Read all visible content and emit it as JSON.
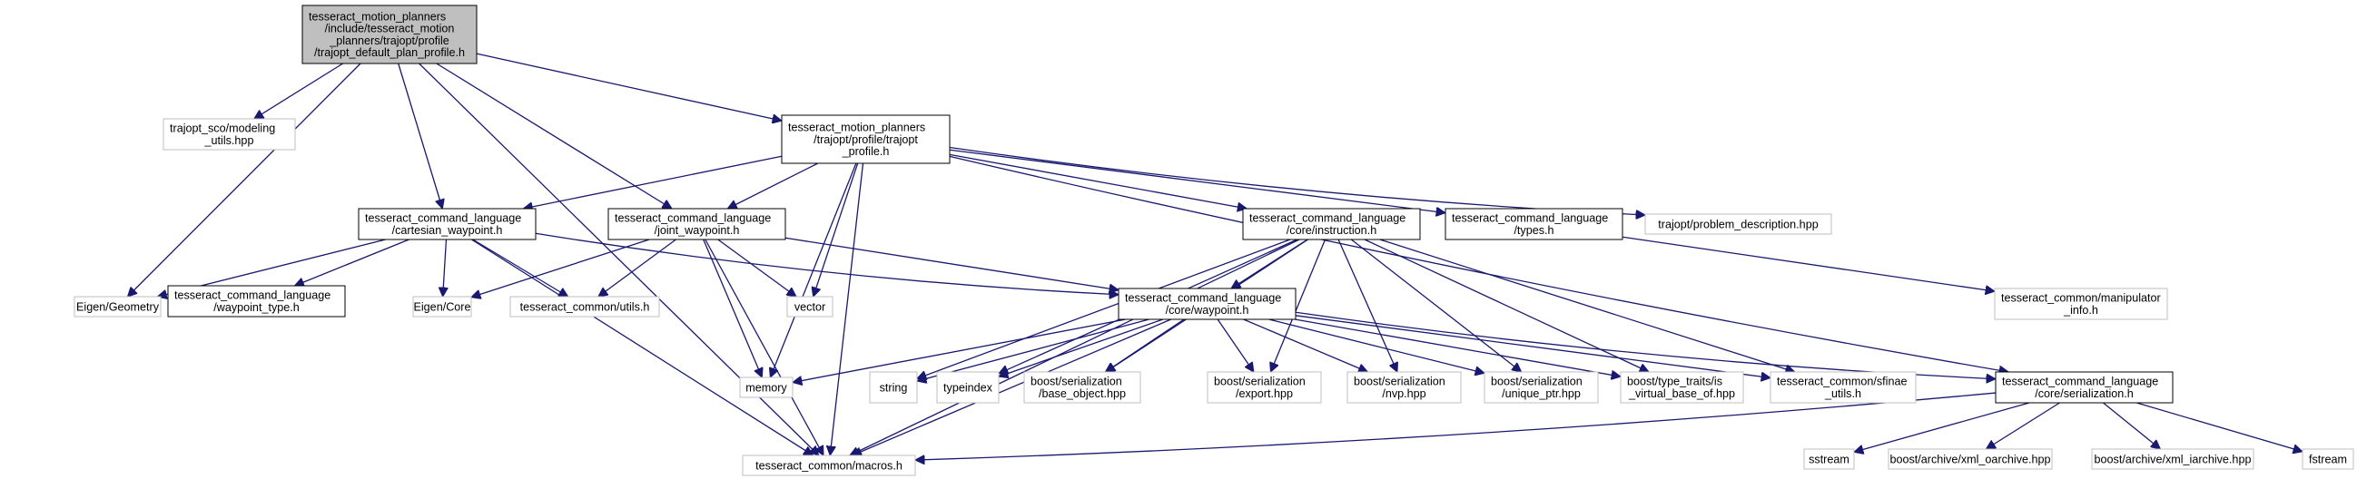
{
  "diagram": {
    "type": "include-dependency-graph",
    "colors": {
      "edge": "#191970",
      "root_fill": "#bfbfbf",
      "documented_border": "#000000",
      "external_border": "#bfbfbf"
    },
    "nodes": [
      {
        "id": "root",
        "lines": [
          "tesseract_motion_planners",
          "/include/tesseract_motion",
          "_planners/trajopt/profile",
          "/trajopt_default_plan_profile.h"
        ],
        "kind": "root"
      },
      {
        "id": "sco_modeling",
        "lines": [
          "trajopt_sco/modeling",
          "_utils.hpp"
        ],
        "kind": "ext"
      },
      {
        "id": "trajopt_profile",
        "lines": [
          "tesseract_motion_planners",
          "/trajopt/profile/trajopt",
          "_profile.h"
        ],
        "kind": "doc"
      },
      {
        "id": "cartesian_waypoint",
        "lines": [
          "tesseract_command_language",
          "/cartesian_waypoint.h"
        ],
        "kind": "doc"
      },
      {
        "id": "joint_waypoint",
        "lines": [
          "tesseract_command_language",
          "/joint_waypoint.h"
        ],
        "kind": "doc"
      },
      {
        "id": "instruction",
        "lines": [
          "tesseract_command_language",
          "/core/instruction.h"
        ],
        "kind": "doc"
      },
      {
        "id": "types",
        "lines": [
          "tesseract_command_language",
          "/types.h"
        ],
        "kind": "doc"
      },
      {
        "id": "problem_description",
        "lines": [
          "trajopt/problem_description.hpp"
        ],
        "kind": "ext"
      },
      {
        "id": "eigen_geometry",
        "lines": [
          "Eigen/Geometry"
        ],
        "kind": "ext"
      },
      {
        "id": "waypoint_type",
        "lines": [
          "tesseract_command_language",
          "/waypoint_type.h"
        ],
        "kind": "doc"
      },
      {
        "id": "eigen_core",
        "lines": [
          "Eigen/Core"
        ],
        "kind": "ext"
      },
      {
        "id": "common_utils",
        "lines": [
          "tesseract_common/utils.h"
        ],
        "kind": "ext"
      },
      {
        "id": "vector",
        "lines": [
          "vector"
        ],
        "kind": "ext"
      },
      {
        "id": "core_waypoint",
        "lines": [
          "tesseract_command_language",
          "/core/waypoint.h"
        ],
        "kind": "doc"
      },
      {
        "id": "manipulator_info",
        "lines": [
          "tesseract_common/manipulator",
          "_info.h"
        ],
        "kind": "ext"
      },
      {
        "id": "memory",
        "lines": [
          "memory"
        ],
        "kind": "ext"
      },
      {
        "id": "string",
        "lines": [
          "string"
        ],
        "kind": "ext"
      },
      {
        "id": "typeindex",
        "lines": [
          "typeindex"
        ],
        "kind": "ext"
      },
      {
        "id": "base_object",
        "lines": [
          "boost/serialization",
          "/base_object.hpp"
        ],
        "kind": "ext"
      },
      {
        "id": "export",
        "lines": [
          "boost/serialization",
          "/export.hpp"
        ],
        "kind": "ext"
      },
      {
        "id": "nvp",
        "lines": [
          "boost/serialization",
          "/nvp.hpp"
        ],
        "kind": "ext"
      },
      {
        "id": "unique_ptr",
        "lines": [
          "boost/serialization",
          "/unique_ptr.hpp"
        ],
        "kind": "ext"
      },
      {
        "id": "is_virtual_base",
        "lines": [
          "boost/type_traits/is",
          "_virtual_base_of.hpp"
        ],
        "kind": "ext"
      },
      {
        "id": "sfinae",
        "lines": [
          "tesseract_common/sfinae",
          "_utils.h"
        ],
        "kind": "ext"
      },
      {
        "id": "serialization",
        "lines": [
          "tesseract_command_language",
          "/core/serialization.h"
        ],
        "kind": "doc"
      },
      {
        "id": "macros",
        "lines": [
          "tesseract_common/macros.h"
        ],
        "kind": "ext"
      },
      {
        "id": "sstream",
        "lines": [
          "sstream"
        ],
        "kind": "ext"
      },
      {
        "id": "xml_oarchive",
        "lines": [
          "boost/archive/xml_oarchive.hpp"
        ],
        "kind": "ext"
      },
      {
        "id": "xml_iarchive",
        "lines": [
          "boost/archive/xml_iarchive.hpp"
        ],
        "kind": "ext"
      },
      {
        "id": "fstream",
        "lines": [
          "fstream"
        ],
        "kind": "ext"
      }
    ],
    "edges": [
      [
        "root",
        "sco_modeling"
      ],
      [
        "root",
        "trajopt_profile"
      ],
      [
        "root",
        "cartesian_waypoint"
      ],
      [
        "root",
        "joint_waypoint"
      ],
      [
        "root",
        "eigen_geometry"
      ],
      [
        "root",
        "macros"
      ],
      [
        "trajopt_profile",
        "cartesian_waypoint"
      ],
      [
        "trajopt_profile",
        "joint_waypoint"
      ],
      [
        "trajopt_profile",
        "instruction"
      ],
      [
        "trajopt_profile",
        "types"
      ],
      [
        "trajopt_profile",
        "problem_description"
      ],
      [
        "trajopt_profile",
        "vector"
      ],
      [
        "trajopt_profile",
        "memory"
      ],
      [
        "trajopt_profile",
        "macros"
      ],
      [
        "trajopt_profile",
        "serialization"
      ],
      [
        "cartesian_waypoint",
        "eigen_geometry"
      ],
      [
        "cartesian_waypoint",
        "waypoint_type"
      ],
      [
        "cartesian_waypoint",
        "eigen_core"
      ],
      [
        "cartesian_waypoint",
        "common_utils"
      ],
      [
        "cartesian_waypoint",
        "core_waypoint"
      ],
      [
        "cartesian_waypoint",
        "macros"
      ],
      [
        "joint_waypoint",
        "eigen_core"
      ],
      [
        "joint_waypoint",
        "common_utils"
      ],
      [
        "joint_waypoint",
        "vector"
      ],
      [
        "joint_waypoint",
        "memory"
      ],
      [
        "joint_waypoint",
        "core_waypoint"
      ],
      [
        "joint_waypoint",
        "macros"
      ],
      [
        "instruction",
        "core_waypoint"
      ],
      [
        "instruction",
        "string"
      ],
      [
        "instruction",
        "typeindex"
      ],
      [
        "instruction",
        "base_object"
      ],
      [
        "instruction",
        "export"
      ],
      [
        "instruction",
        "nvp"
      ],
      [
        "instruction",
        "unique_ptr"
      ],
      [
        "instruction",
        "is_virtual_base"
      ],
      [
        "instruction",
        "sfinae"
      ],
      [
        "instruction",
        "macros"
      ],
      [
        "types",
        "manipulator_info"
      ],
      [
        "core_waypoint",
        "memory"
      ],
      [
        "core_waypoint",
        "string"
      ],
      [
        "core_waypoint",
        "typeindex"
      ],
      [
        "core_waypoint",
        "base_object"
      ],
      [
        "core_waypoint",
        "export"
      ],
      [
        "core_waypoint",
        "nvp"
      ],
      [
        "core_waypoint",
        "unique_ptr"
      ],
      [
        "core_waypoint",
        "is_virtual_base"
      ],
      [
        "core_waypoint",
        "sfinae"
      ],
      [
        "core_waypoint",
        "serialization"
      ],
      [
        "core_waypoint",
        "macros"
      ],
      [
        "serialization",
        "macros"
      ],
      [
        "serialization",
        "sstream"
      ],
      [
        "serialization",
        "xml_oarchive"
      ],
      [
        "serialization",
        "xml_iarchive"
      ],
      [
        "serialization",
        "fstream"
      ]
    ]
  }
}
